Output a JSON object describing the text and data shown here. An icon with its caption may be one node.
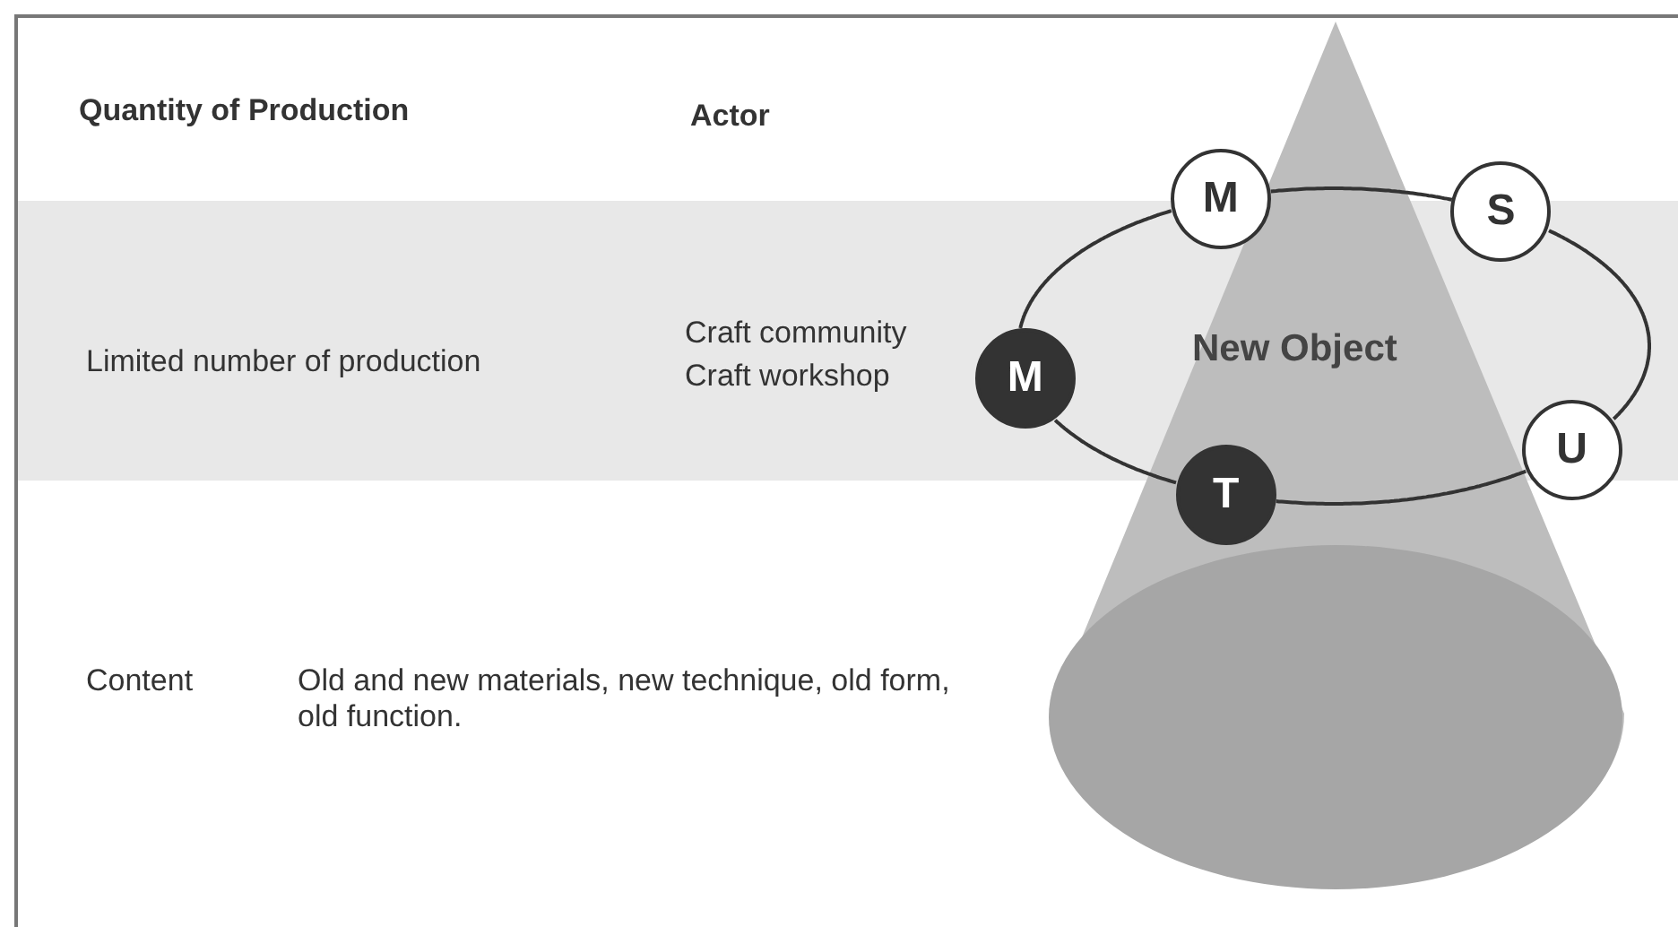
{
  "diagram": {
    "nodes": [
      {
        "text": [
          "M"
        ]
      },
      {
        "text": [
          "S"
        ]
      },
      {
        "text": [
          "U"
        ]
      },
      {
        "text": [
          "T"
        ]
      },
      {
        "text": [
          "M"
        ]
      }
    ],
    "edges": [
      {
        "from": 0,
        "to": 1,
        "arrow": "none"
      },
      {
        "from": 1,
        "to": 2,
        "arrow": "none"
      },
      {
        "from": 2,
        "to": 3,
        "arrow": "none"
      },
      {
        "from": 3,
        "to": 4,
        "arrow": "none"
      },
      {
        "from": 4,
        "to": 0,
        "arrow": "none"
      }
    ],
    "labels": [
      "Quantity of Production",
      "Actor",
      "Limited number of production",
      "Craft community",
      "Craft workshop",
      "New Object",
      "Content",
      "Old and new materials, new technique, old form, old function."
    ]
  }
}
